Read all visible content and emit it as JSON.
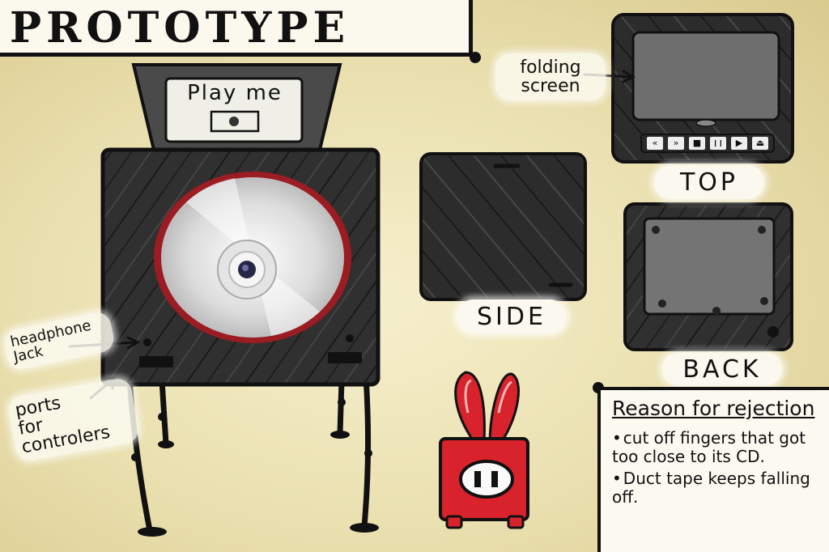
{
  "title": "PROTOTYPE",
  "screen_text": "Play me",
  "labels": {
    "folding_screen_line1": "folding",
    "folding_screen_line2": "screen",
    "top": "TOP",
    "side": "SIDE",
    "back": "BACK",
    "headphone_line1": "headphone",
    "headphone_line2": "Jack",
    "ports_line1": "ports",
    "ports_line2": "for",
    "ports_line3": "controlers"
  },
  "reason": {
    "title": "Reason for rejection",
    "items": [
      "cut off fingers that got too close to its CD.",
      "Duct tape keeps falling off."
    ]
  },
  "controls": [
    "«",
    "»",
    "■",
    "❙❙",
    "▶",
    "⏏"
  ],
  "colors": {
    "background": "#e9dfae",
    "tape": "#2f2f2f",
    "screen": "#6e6e6e",
    "disc_rim": "#9b1c22",
    "mascot": "#d8222c"
  },
  "icons": [
    "disc-icon",
    "bunny-mascot-icon",
    "arrow-icon"
  ]
}
